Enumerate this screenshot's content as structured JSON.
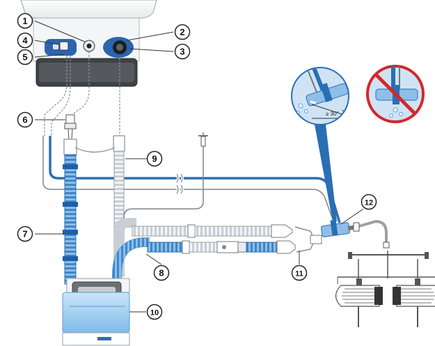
{
  "callouts": [
    {
      "id": "1",
      "label": "1"
    },
    {
      "id": "2",
      "label": "2"
    },
    {
      "id": "3",
      "label": "3"
    },
    {
      "id": "4",
      "label": "4"
    },
    {
      "id": "5",
      "label": "5"
    },
    {
      "id": "6",
      "label": "6"
    },
    {
      "id": "7",
      "label": "7"
    },
    {
      "id": "8",
      "label": "8"
    },
    {
      "id": "9",
      "label": "9"
    },
    {
      "id": "10",
      "label": "10"
    },
    {
      "id": "11",
      "label": "11"
    },
    {
      "id": "12",
      "label": "12"
    }
  ],
  "inset_correct": {
    "angle_label": "≥ 30°"
  },
  "colors": {
    "tube_blue": "#2a6fb4",
    "tube_light_blue": "#6aa3dc",
    "humidifier_water": "#a9d4f2",
    "prohibited_red": "#d6262b",
    "callout_stroke": "#222222",
    "inset_bg": "#cfe3f5"
  }
}
